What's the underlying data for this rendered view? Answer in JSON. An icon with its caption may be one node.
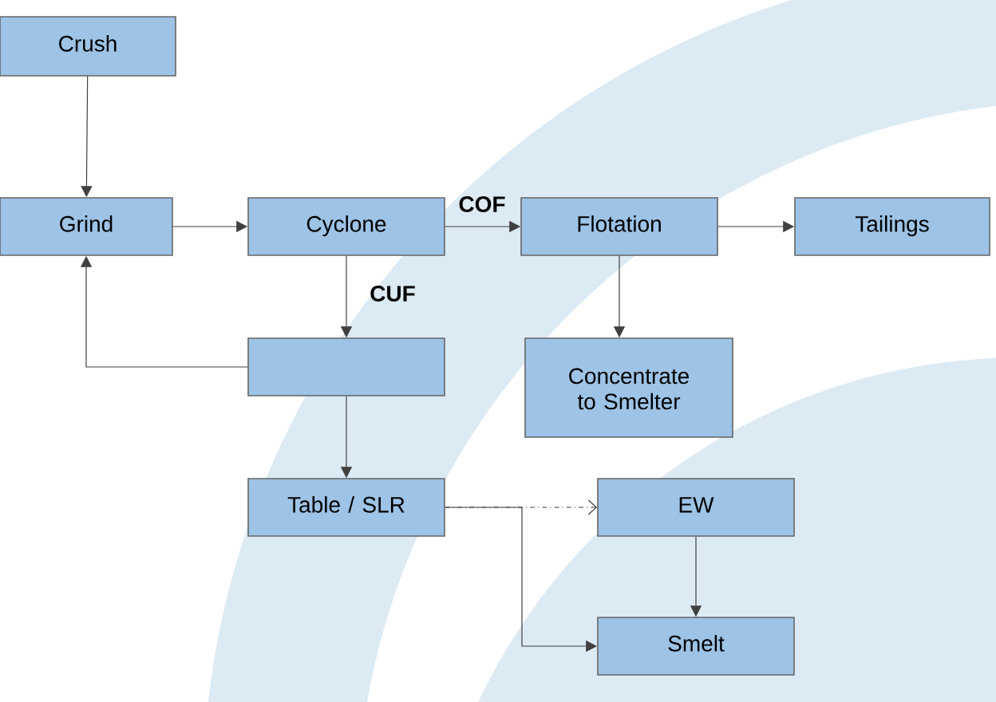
{
  "diagram": {
    "nodes": [
      {
        "text": [
          "Crush"
        ]
      },
      {
        "text": [
          "Grind"
        ]
      },
      {
        "text": [
          "Cyclone"
        ]
      },
      {
        "text": [
          "Flotation"
        ]
      },
      {
        "text": [
          "Tailings"
        ]
      },
      {
        "text": [],
        "shape": "box"
      },
      {
        "text": [
          "Concentrate to Smelter"
        ]
      },
      {
        "text": [
          "Table / SLR"
        ]
      },
      {
        "text": [
          "EW"
        ]
      },
      {
        "text": [
          "Smelt"
        ]
      }
    ],
    "edges": [
      {
        "from": 0,
        "to": 1,
        "arrow": "to"
      },
      {
        "from": 1,
        "to": 2,
        "arrow": "to"
      },
      {
        "from": 2,
        "to": 3,
        "arrow": "to",
        "label": "COF"
      },
      {
        "from": 3,
        "to": 4,
        "arrow": "to"
      },
      {
        "from": 2,
        "to": 5,
        "arrow": "to",
        "label": "CUF"
      },
      {
        "from": 5,
        "to": 1,
        "arrow": "to"
      },
      {
        "from": 3,
        "to": 6,
        "arrow": "to"
      },
      {
        "from": 5,
        "to": 7,
        "arrow": "to"
      },
      {
        "from": 7,
        "to": 8,
        "arrow": "to",
        "style": "dashed"
      },
      {
        "from": 8,
        "to": 9,
        "arrow": "to"
      },
      {
        "from": 7,
        "to": 9,
        "arrow": "to"
      }
    ]
  }
}
